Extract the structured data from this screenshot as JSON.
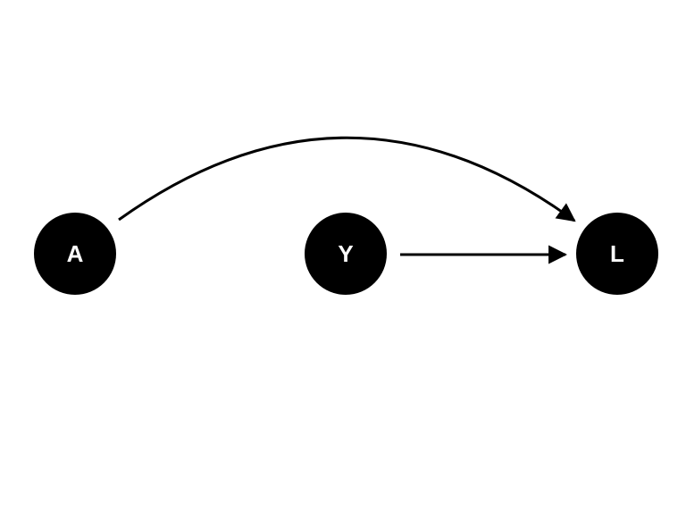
{
  "diagram": {
    "nodes": [
      {
        "id": "A",
        "label": "A"
      },
      {
        "id": "Y",
        "label": "Y"
      },
      {
        "id": "L",
        "label": "L"
      }
    ],
    "edges": [
      {
        "from": "A",
        "to": "L",
        "style": "curved"
      },
      {
        "from": "Y",
        "to": "L",
        "style": "straight"
      }
    ],
    "colors": {
      "node_fill": "#000000",
      "node_text": "#ffffff",
      "edge": "#000000",
      "background": "#ffffff"
    }
  }
}
